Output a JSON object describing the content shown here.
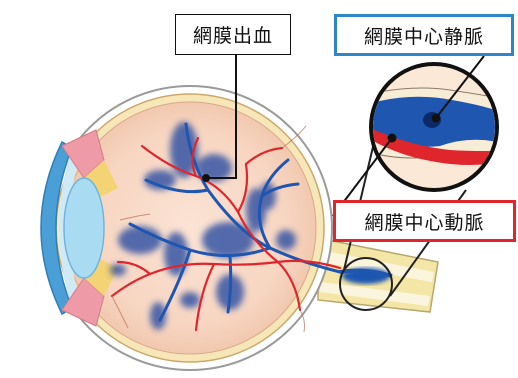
{
  "labels": {
    "retinal_hemorrhage": "網膜出血",
    "central_retinal_vein": "網膜中心静脈",
    "central_retinal_artery": "網膜中心動脈"
  },
  "colors": {
    "vein_border": "#2e86c8",
    "artery_border": "#e0262d",
    "hemorrhage": "#2a4ea3",
    "vessel_red": "#e0262d"
  }
}
